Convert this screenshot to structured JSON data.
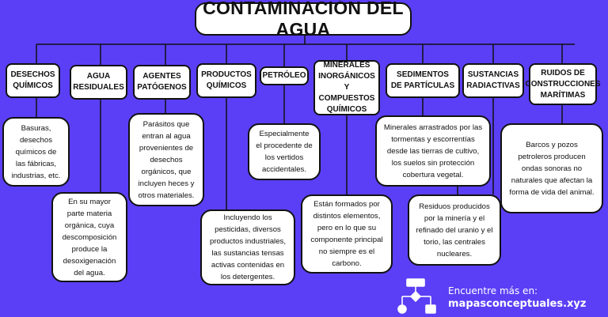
{
  "title": "CONTAMINACIÓN DEL AGUA",
  "categories": [
    {
      "id": "desechos",
      "label": "DESECHOS QUÍMICOS"
    },
    {
      "id": "agua",
      "label": "AGUA RESIDUALES"
    },
    {
      "id": "agentes",
      "label": "AGENTES PATÓGENOS"
    },
    {
      "id": "productos",
      "label": "PRODUCTOS QUÍMICOS"
    },
    {
      "id": "petroleo",
      "label": "PETRÓLEO"
    },
    {
      "id": "minerales",
      "label": "MINERALES INORGÁNICOS Y COMPUESTOS QUÍMICOS"
    },
    {
      "id": "sedimentos",
      "label": "SEDIMENTOS DE PARTÍCULAS"
    },
    {
      "id": "sustancias",
      "label": "SUSTANCIAS RADIACTIVAS"
    },
    {
      "id": "ruidos",
      "label": "RUIDOS DE CONSTRUCCIONES MARÍTIMAS"
    }
  ],
  "descriptions": {
    "desechos": "Basuras, desechos químicos de las fábricas, industrias, etc.",
    "agua": "En su mayor parte materia orgánica, cuya descomposición produce la desoxigenación del agua.",
    "agentes": "Parásitos que entran al agua provenientes de desechos orgánicos, que incluyen heces y otros materiales.",
    "productos": "Incluyendo los pesticidas, diversos productos industriales, las sustancias tensas activas contenidas en los detergentes.",
    "petroleo": "Especialmente el procedente de los vertidos accidentales.",
    "minerales": "Están formados por distintos elementos, pero en lo que su componente principal no siempre es el carbono.",
    "sedimentos": "Minerales arrastrados por las tormentas y escorrentías desde las tierras de cultivo, los suelos sin protección cobertura vegetal.",
    "sustancias": "Residuos producidos por la minería y el refinado del uranio y el torio, las centrales nucleares.",
    "ruidos": "Barcos y pozos petroleros producen ondas sonoras no naturales que afectan la forma de vida del animal."
  },
  "footer": {
    "line1": "Encuentre más en:",
    "line2": "mapasconceptuales.xyz"
  },
  "colors": {
    "background": "#5b3ff6",
    "box": "#ffffff",
    "line": "#111111"
  }
}
